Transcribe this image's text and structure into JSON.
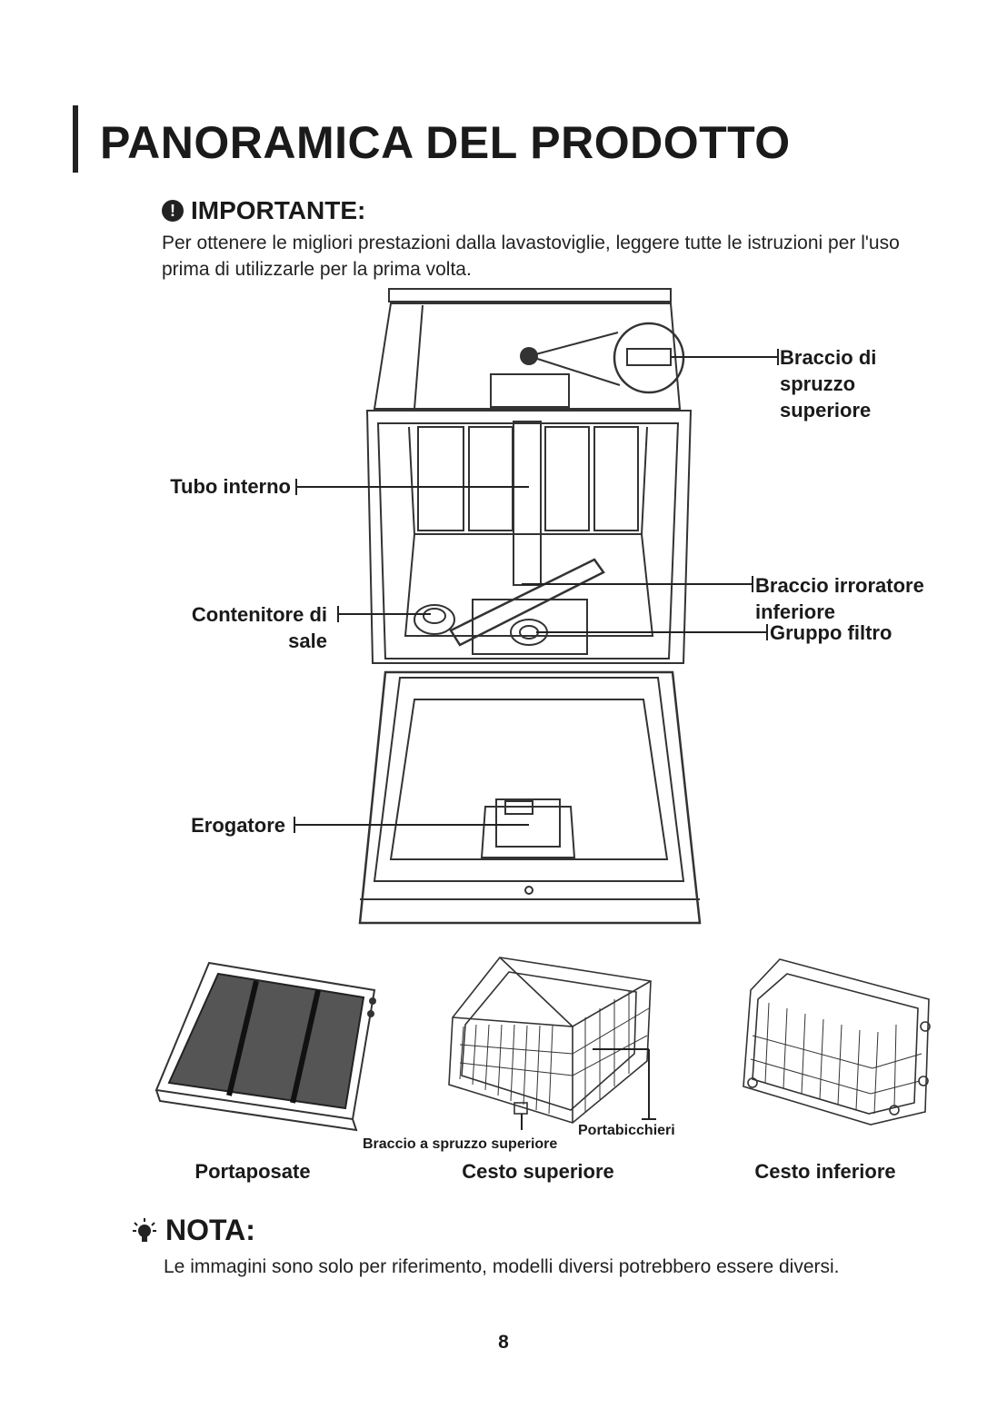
{
  "title": "PANORAMICA DEL PRODOTTO",
  "important": {
    "heading": "IMPORTANTE:",
    "text": "Per ottenere le migliori prestazioni dalla lavastoviglie, leggere tutte le istruzioni per l'uso prima di utilizzarle per la prima volta."
  },
  "diagram": {
    "labels": {
      "upper_spray_arm_l1": "Braccio di",
      "upper_spray_arm_l2": "spruzzo",
      "upper_spray_arm_l3": "superiore",
      "inner_pipe": "Tubo interno",
      "salt_container_l1": "Contenitore di",
      "salt_container_l2": "sale",
      "lower_spray_arm_l1": "Braccio irroratore",
      "lower_spray_arm_l2": "inferiore",
      "filter": "Gruppo filtro",
      "dispenser": "Erogatore"
    }
  },
  "accessories": {
    "cutlery_tray": "Portaposate",
    "upper_basket": "Cesto superiore",
    "lower_basket": "Cesto inferiore",
    "upper_basket_spray": "Braccio a spruzzo superiore",
    "cup_shelf": "Portabicchieri"
  },
  "note": {
    "heading": "NOTA:",
    "text": "Le immagini sono solo per riferimento, modelli diversi potrebbero essere diversi."
  },
  "page_number": "8"
}
